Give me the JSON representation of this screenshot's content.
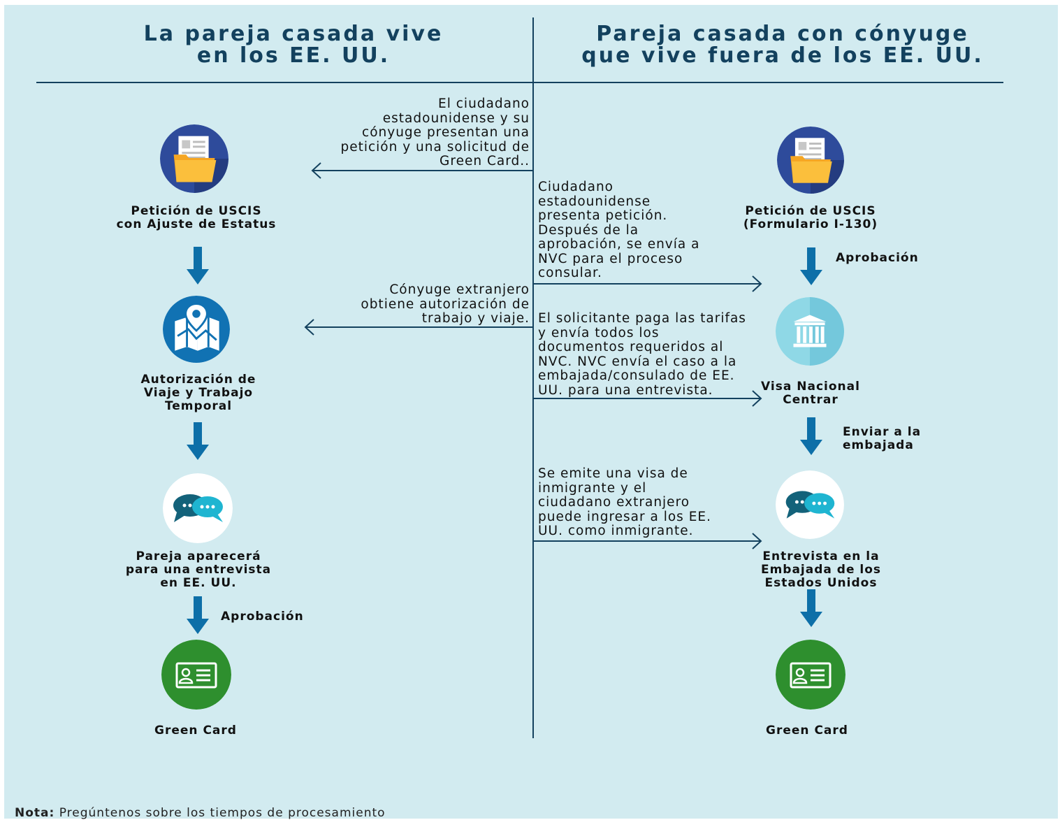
{
  "headers": {
    "left": "La pareja casada vive\nen los EE. UU.",
    "right": "Pareja casada con cónyuge\nque vive fuera de los EE. UU."
  },
  "left_column": {
    "step1_label": "Petición de USCIS\ncon Ajuste de Estatus",
    "step2_label": "Autorización de\nViaje y Trabajo\nTemporal",
    "step3_label": "Pareja aparecerá\npara una entrevista\nen EE. UU.",
    "approval_label": "Aprobación",
    "step4_label": "Green Card"
  },
  "right_column": {
    "step1_label": "Petición de USCIS\n(Formulario I-130)",
    "approval_label": "Aprobación",
    "step2_label": "Visa Nacional\nCentrar",
    "send_label": "Enviar a la\nembajada",
    "step3_label": "Entrevista en la\nEmbajada de los\nEstados Unidos",
    "step4_label": "Green Card"
  },
  "center_notes": {
    "left1": "El ciudadano\nestadounidense y su\ncónyuge presentan una\npetición y una solicitud de\nGreen Card..",
    "right1": "Ciudadano\nestadounidense\npresenta petición.\nDespués de la\naprobación, se envía a\nNVC para el proceso\nconsular.",
    "left2": "Cónyuge extranjero\nobtiene autorización de\ntrabajo y viaje.",
    "right2": "El solicitante paga las tarifas\ny envía todos los\ndocumentos requeridos al\nNVC. NVC envía el caso a la\nembajada/consulado de EE.\nUU. para una entrevista.",
    "right3": "Se emite una visa de\ninmigrante y el\nciudadano extranjero\npuede ingresar a los EE.\nUU. como inmigrante."
  },
  "footnote": {
    "bold": "Nota:",
    "text": " Pregúntenos sobre los tiempos de procesamiento"
  },
  "icons": {
    "petition": "folder-document-icon",
    "travel": "map-pin-icon",
    "interview": "chat-bubbles-icon",
    "nvc": "government-building-icon",
    "greencard": "id-card-icon"
  },
  "colors": {
    "background": "#d2ebf0",
    "heading": "#13415e",
    "arrow_blue": "#0d6fa8",
    "folder_circle": "#2e4b9b",
    "map_circle": "#1172b3",
    "nvc_circle": "#8fd8e6",
    "card_circle": "#2e8f2e"
  }
}
